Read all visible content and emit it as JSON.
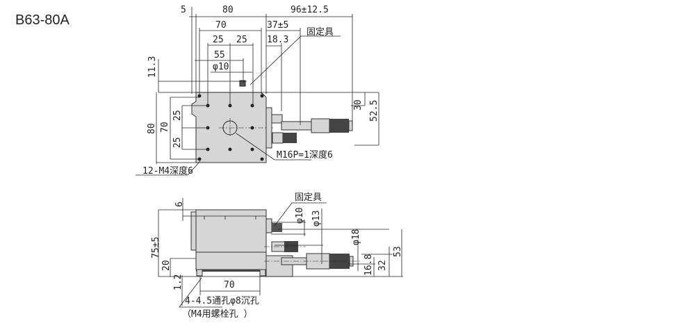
{
  "title": "B63-80A",
  "top_view": {
    "dims": {
      "d5": "5",
      "d80": "80",
      "d96": "96±12.5",
      "d70": "70",
      "d37": "37±5",
      "d25a": "25",
      "d25b": "25",
      "d18": "18.3",
      "d55": "55",
      "phi10": "φ10",
      "d11": "11.3",
      "left80": "80",
      "left70": "70",
      "left25a": "25",
      "left25b": "25",
      "d30": "30",
      "d52": "52.5"
    },
    "labels": {
      "clamp": "固定具",
      "center_hole": "M16P=1深度6",
      "holes": "12-M4深度6"
    }
  },
  "side_view": {
    "dims": {
      "d6": "6",
      "d75": "75±5",
      "d20": "20",
      "d12": "1.2",
      "d70": "70",
      "phi10": "φ10",
      "phi13": "φ13",
      "phi18": "φ18",
      "d53": "53",
      "d32": "32",
      "d16": "16.8"
    },
    "labels": {
      "clamp": "固定具",
      "holes_line1": "4-4.5通孔φ8沉孔",
      "holes_line2": "（M4用螺栓孔 ）"
    }
  }
}
